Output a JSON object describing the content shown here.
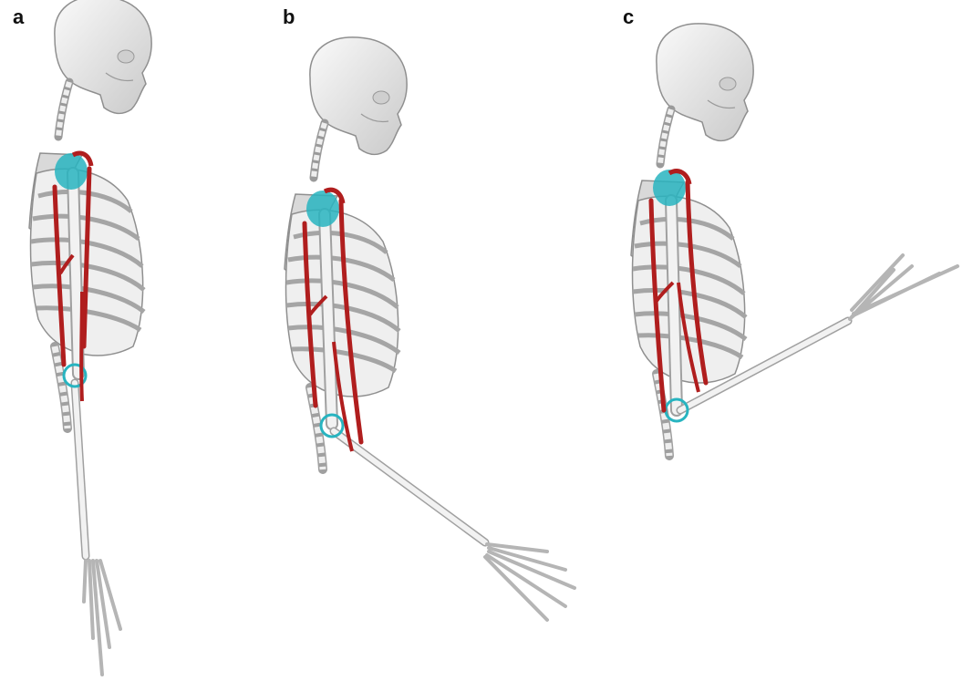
{
  "figure": {
    "panels": [
      {
        "label": "a"
      },
      {
        "label": "b"
      },
      {
        "label": "c"
      }
    ]
  },
  "colors": {
    "bone": "#e6e6e6",
    "bone_stroke": "#8f8f8f",
    "muscle": "#b01e1e",
    "joint": "#28b4c0",
    "label": "#111111"
  }
}
